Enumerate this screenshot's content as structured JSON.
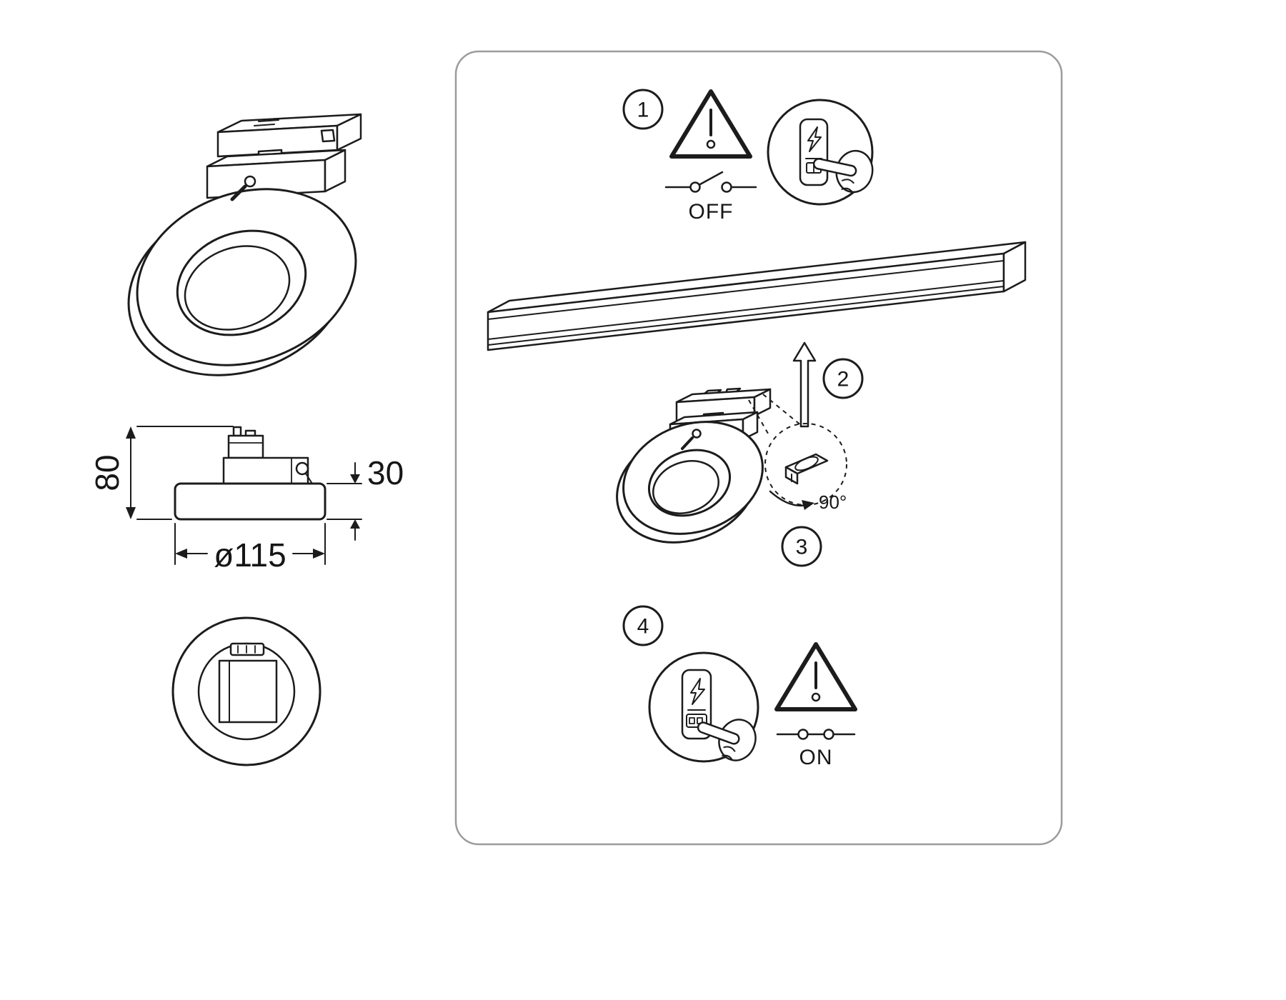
{
  "dimension_view": {
    "height": "80",
    "thickness": "30",
    "diameter": "ø115"
  },
  "panel": {
    "steps": [
      {
        "number": "1",
        "switch_label": "OFF"
      },
      {
        "number": "2"
      },
      {
        "number": "3",
        "rotation_label": "90°"
      },
      {
        "number": "4",
        "switch_label": "ON"
      }
    ]
  }
}
